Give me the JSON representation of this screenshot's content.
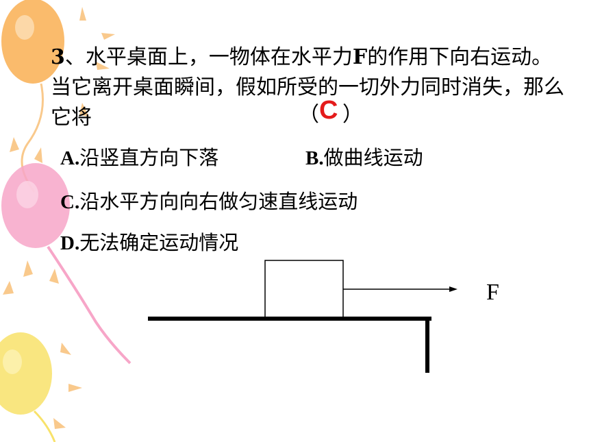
{
  "question": {
    "number": "3",
    "text_part1": "、水平桌面上，一物体在水平力",
    "force_symbol": "F",
    "text_part2": "的作用下向右运动。当它离开桌面瞬间，假如所受的一切外力同时消失，那么它将",
    "paren_open": "（",
    "paren_close": "）",
    "answer": "C"
  },
  "options": [
    {
      "letter": "A.",
      "text": "沿竖直方向下落"
    },
    {
      "letter": "B.",
      "text": "做曲线运动"
    },
    {
      "letter": "C.",
      "text": "沿水平方向向右做匀速直线运动"
    },
    {
      "letter": "D.",
      "text": "无法确定运动情况"
    }
  ],
  "figure": {
    "force_label": "F"
  },
  "colors": {
    "answer": "#e41b1b",
    "balloon_orange": "#f9b45c",
    "balloon_pink": "#f7a6c8",
    "balloon_yellow": "#f8e26a"
  }
}
